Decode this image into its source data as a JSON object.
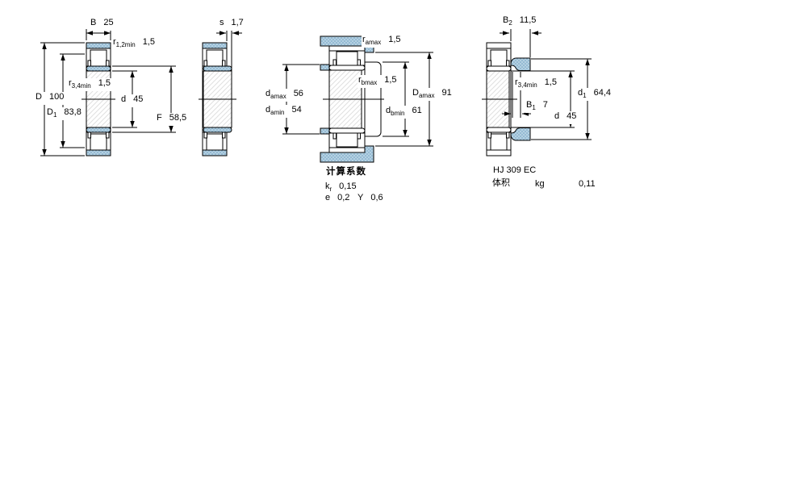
{
  "colors": {
    "shade_fill": "#b5d1e2",
    "shade_dot": "#6fa0c2",
    "line": "#000000",
    "hatch": "#e0e0e0"
  },
  "d1": {
    "B": {
      "b": "B",
      "s": "",
      "v": "25"
    },
    "r12": {
      "b": "r",
      "s": "1,2min",
      "v": "1,5"
    },
    "r34": {
      "b": "r",
      "s": "3,4min",
      "v": "1,5"
    },
    "D": {
      "b": "D",
      "s": "",
      "v": "100"
    },
    "D1": {
      "b": "D",
      "s": "1",
      "v": "83,8"
    },
    "d": {
      "b": "d",
      "s": "",
      "v": "45"
    },
    "F": {
      "b": "F",
      "s": "",
      "v": "58,5"
    }
  },
  "d2": {
    "s": {
      "b": "s",
      "s": "",
      "v": "1,7"
    }
  },
  "d3": {
    "ramax": {
      "b": "r",
      "s": "amax",
      "v": "1,5"
    },
    "rbmax": {
      "b": "r",
      "s": "bmax",
      "v": "1,5"
    },
    "damax": {
      "b": "d",
      "s": "amax",
      "v": "56"
    },
    "damin": {
      "b": "d",
      "s": "amin",
      "v": "54"
    },
    "Damax": {
      "b": "D",
      "s": "amax",
      "v": "91"
    },
    "dbmin": {
      "b": "d",
      "s": "bmin",
      "v": "61"
    },
    "calc_title": "计算系数",
    "kr": {
      "b": "k",
      "s": "r",
      "v": "0,15"
    },
    "e": {
      "b": "e",
      "s": "",
      "v": "0,2"
    },
    "Y": {
      "b": "Y",
      "s": "",
      "v": "0,6"
    }
  },
  "d4": {
    "B2": {
      "b": "B",
      "s": "2",
      "v": "11,5"
    },
    "r34": {
      "b": "r",
      "s": "3,4min",
      "v": "1,5"
    },
    "B1": {
      "b": "B",
      "s": "1",
      "v": "7"
    },
    "d1": {
      "b": "d",
      "s": "1",
      "v": "64,4"
    },
    "d": {
      "b": "d",
      "s": "",
      "v": "45"
    },
    "designation": "HJ 309 EC",
    "mass_label": "体积",
    "mass_unit": "kg",
    "mass_value": "0,11"
  }
}
